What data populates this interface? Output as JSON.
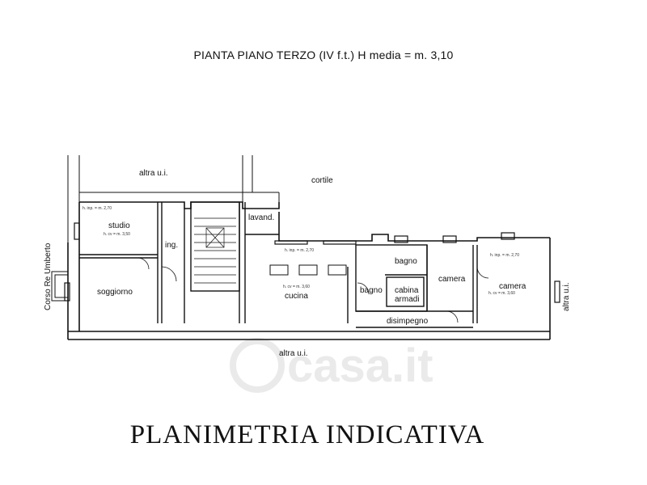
{
  "header": {
    "title": "PIANTA PIANO TERZO (IV f.t.) H media = m. 3,10"
  },
  "footer": {
    "caption": "PLANIMETRIA INDICATIVA"
  },
  "watermark": {
    "text": "casa.it"
  },
  "plan": {
    "outside": {
      "altra_top": "altra u.i.",
      "cortile": "cortile",
      "street": "Corso Re Umberto",
      "altra_bottom": "altra u.i.",
      "altra_right": "altra u.i."
    },
    "rooms": {
      "studio": "studio",
      "soggiorno": "soggiorno",
      "ing": "ing.",
      "lavand": "lavand.",
      "cucina": "cucina",
      "bagno1": "bagno",
      "bagno2": "bagno",
      "cabina": "cabina",
      "armadi": "armadi",
      "camera1": "camera",
      "camera2": "camera",
      "disimpegno": "disimpegno"
    },
    "heights": {
      "studio_a": "h. inp. = m. 2,70",
      "studio_b": "h. cv = m. 3,50",
      "cucina_a": "h. inp. = m. 2,70",
      "cucina_b": "h. cv = m. 3,60",
      "camera_a": "h. inp. = m. 2,70",
      "camera_b": "h. cv = m. 3,60"
    }
  }
}
